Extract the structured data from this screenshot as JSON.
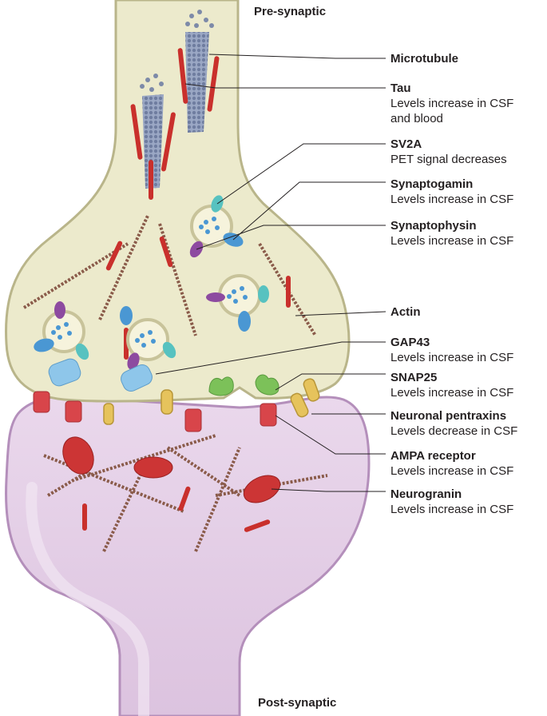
{
  "regions": {
    "pre": "Pre-synaptic",
    "post": "Post-synaptic"
  },
  "labels": [
    {
      "id": "microtubule",
      "name": "Microtubule",
      "lines": []
    },
    {
      "id": "tau",
      "name": "Tau",
      "lines": [
        "Levels increase in CSF",
        "and blood"
      ]
    },
    {
      "id": "sv2a",
      "name": "SV2A",
      "lines": [
        "PET signal decreases"
      ]
    },
    {
      "id": "synaptogamin",
      "name": "Synaptogamin",
      "lines": [
        "Levels increase in CSF"
      ]
    },
    {
      "id": "synaptophysin",
      "name": "Synaptophysin",
      "lines": [
        "Levels increase in CSF"
      ]
    },
    {
      "id": "actin",
      "name": "Actin",
      "lines": []
    },
    {
      "id": "gap43",
      "name": "GAP43",
      "lines": [
        "Levels increase in CSF"
      ]
    },
    {
      "id": "snap25",
      "name": "SNAP25",
      "lines": [
        "Levels increase in CSF"
      ]
    },
    {
      "id": "neuronal-pentraxins",
      "name": "Neuronal pentraxins",
      "lines": [
        "Levels decrease in CSF"
      ]
    },
    {
      "id": "ampa-receptor",
      "name": "AMPA receptor",
      "lines": [
        "Levels increase in CSF"
      ]
    },
    {
      "id": "neurogranin",
      "name": "Neurogranin",
      "lines": [
        "Levels increase in CSF"
      ]
    }
  ],
  "colors": {
    "presynaptic_fill": "#eceacc",
    "presynaptic_edge": "#b9b58a",
    "postsynaptic_fill": "#e3cfe6",
    "postsynaptic_edge": "#b48fbb",
    "microtubule": "#7d8aa8",
    "tau": "#c9302c",
    "actin": "#8a5b4a",
    "sv2a": "#57c2c0",
    "synaptophysin": "#4a97d3",
    "synaptogamin": "#8d4aa0",
    "gap43": "#8ec6ea",
    "snap25": "#7cc159",
    "pentraxin": "#e6c35c",
    "ampa": "#d8454a",
    "neurogranin": "#cc3535"
  }
}
